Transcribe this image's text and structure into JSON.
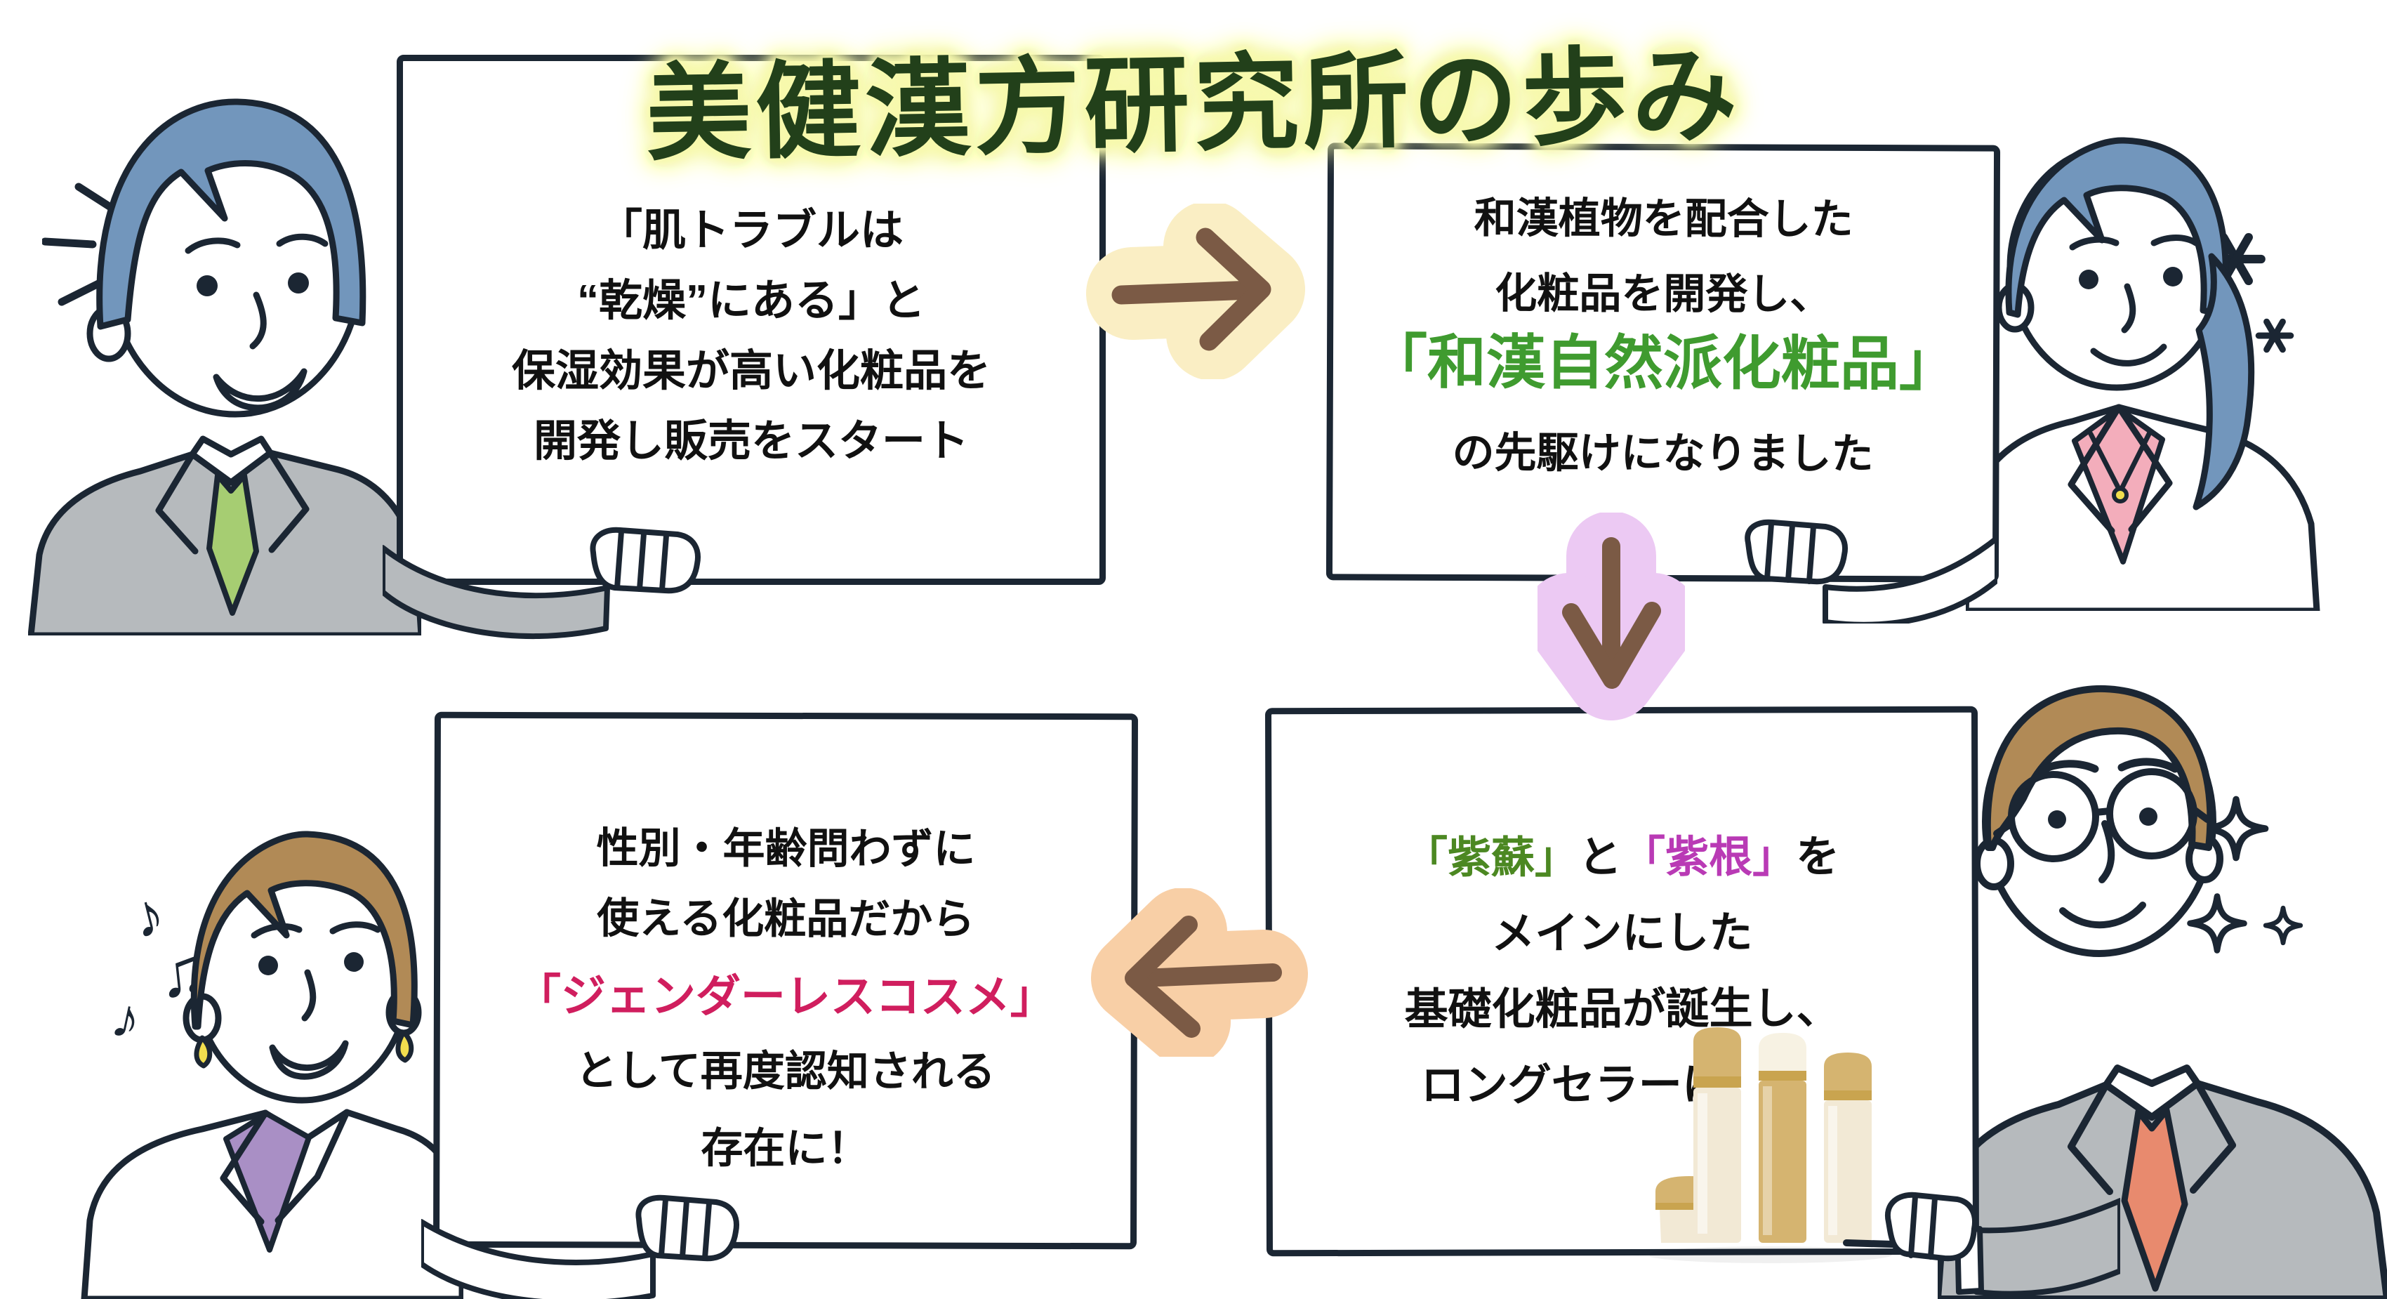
{
  "title": "美健漢方研究所の歩み",
  "panels": [
    {
      "name": "step-1",
      "lines": [
        {
          "segments": [
            {
              "text": "「肌トラブルは",
              "color": "ink"
            }
          ]
        },
        {
          "segments": [
            {
              "text": "“乾燥”にある」と",
              "color": "ink"
            }
          ]
        },
        {
          "segments": [
            {
              "text": "保湿効果が高い化粧品を",
              "color": "ink"
            }
          ]
        },
        {
          "segments": [
            {
              "text": "開発し販売をスタート",
              "color": "ink"
            }
          ]
        }
      ]
    },
    {
      "name": "step-2",
      "lines": [
        {
          "segments": [
            {
              "text": "和漢植物を配合した",
              "color": "ink"
            }
          ]
        },
        {
          "segments": [
            {
              "text": "化粧品を開発し、",
              "color": "ink"
            }
          ]
        },
        {
          "segments": [
            {
              "text": "「和漢自然派化粧品」",
              "color": "green"
            }
          ]
        },
        {
          "segments": [
            {
              "text": "の先駆けになりました",
              "color": "ink"
            }
          ]
        }
      ]
    },
    {
      "name": "step-3",
      "lines": [
        {
          "segments": [
            {
              "text": "「紫蘇」",
              "color": "shiso"
            },
            {
              "text": "と",
              "color": "ink"
            },
            {
              "text": "「紫根」",
              "color": "magenta"
            },
            {
              "text": "を",
              "color": "ink"
            }
          ]
        },
        {
          "segments": [
            {
              "text": "メインにした",
              "color": "ink"
            }
          ]
        },
        {
          "segments": [
            {
              "text": "基礎化粧品が誕生し、",
              "color": "ink"
            }
          ]
        },
        {
          "segments": [
            {
              "text": "ロングセラーに",
              "color": "ink"
            }
          ]
        }
      ]
    },
    {
      "name": "step-4",
      "lines": [
        {
          "segments": [
            {
              "text": "性別・年齢問わずに",
              "color": "ink"
            }
          ]
        },
        {
          "segments": [
            {
              "text": "使える化粧品だから",
              "color": "ink"
            }
          ]
        },
        {
          "segments": [
            {
              "text": "「ジェンダーレスコスメ」",
              "color": "pink"
            }
          ]
        },
        {
          "segments": [
            {
              "text": "として再度認知される",
              "color": "ink"
            }
          ]
        },
        {
          "segments": [
            {
              "text": "存在に！",
              "color": "ink"
            }
          ]
        }
      ]
    }
  ],
  "decorations": {
    "music_notes": [
      "♪",
      "♫",
      "♪"
    ],
    "sparkle_asterisks": 3,
    "sparkle_diamonds": 3,
    "emphasis_lines": 3
  },
  "colors": {
    "ink": "#111111",
    "outline": "#1b2633",
    "title_green": "#22401a",
    "title_glow": "#f7f9ad",
    "green": "#3f9b2f",
    "shiso": "#4c8822",
    "magenta": "#b93ab5",
    "pink": "#d01e5e",
    "arrow_brown": "#7b5a45",
    "blob_cream": "#faeec4",
    "blob_lavender": "#ecc9f3",
    "blob_peach": "#f8cfa6",
    "hair_blue": "#7296bc",
    "hair_brown": "#b18a56",
    "suit_gray": "#b6babd",
    "tie_green": "#a6cd72",
    "tie_salmon": "#e88a6e",
    "top_pink": "#f3adbb",
    "top_purple": "#a98fc5",
    "bottle_cream": "#f2e9d5",
    "bottle_gold": "#d5b470"
  }
}
